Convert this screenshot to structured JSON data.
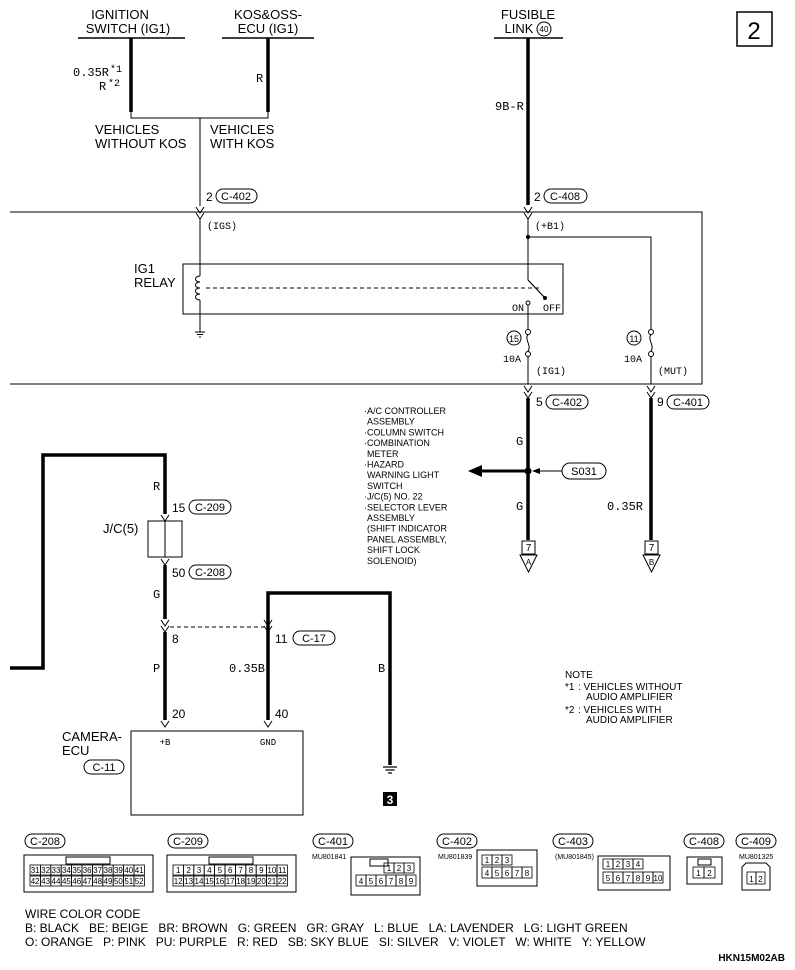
{
  "page_number": "2",
  "sources": {
    "ignition_switch": {
      "line1": "IGNITION",
      "line2": "SWITCH (IG1)"
    },
    "kos_ecu": {
      "line1": "KOS&OSS-",
      "line2": "ECU (IG1)"
    },
    "fusible_link": {
      "line1": "FUSIBLE",
      "line2": "LINK",
      "number": "40"
    }
  },
  "wire_labels": {
    "ign_wire_a": "0.35R",
    "ign_wire_a_star": "*1",
    "ign_wire_b": "R",
    "ign_wire_b_star": "*2",
    "kos_wire": "R",
    "fusible_wire": "9B-R",
    "g_upper": "G",
    "g_lower": "G",
    "mut_wire": "0.35R",
    "r_wire": "R",
    "g_wire_jc": "G",
    "p_wire": "P",
    "b_gnd_wire": "0.35B",
    "b_wire": "B"
  },
  "vehicle_notes": {
    "without_kos_1": "VEHICLES",
    "without_kos_2": "WITHOUT KOS",
    "with_kos_1": "VEHICLES",
    "with_kos_2": "WITH KOS"
  },
  "connector_refs": {
    "c402_top": {
      "pin": "2",
      "name": "C-402"
    },
    "c408_top": {
      "pin": "2",
      "name": "C-408"
    },
    "c402_mid": {
      "pin": "5",
      "name": "C-402"
    },
    "c401_mid": {
      "pin": "9",
      "name": "C-401"
    },
    "c209": {
      "pin": "15",
      "name": "C-209"
    },
    "c208": {
      "pin": "50",
      "name": "C-208"
    },
    "c17": {
      "pin": "11",
      "name": "C-17"
    },
    "pin8": "8",
    "pin20": "20",
    "pin40": "40",
    "c11": "C-11"
  },
  "signals": {
    "igs": "(IGS)",
    "b1": "(+B1)",
    "ig1": "(IG1)",
    "mut": "(MUT)"
  },
  "relay": {
    "line1": "IG1",
    "line2": "RELAY",
    "on": "ON",
    "off": "OFF"
  },
  "fuses": {
    "f15": {
      "number": "15",
      "rating": "10A"
    },
    "f11": {
      "number": "11",
      "rating": "10A"
    }
  },
  "splice": "S031",
  "branch_list": [
    "·A/C CONTROLLER",
    "ASSEMBLY",
    "·COLUMN SWITCH",
    "·COMBINATION",
    "METER",
    "·HAZARD",
    "WARNING LIGHT",
    "SWITCH",
    "·J/C(5) NO. 22",
    "·SELECTOR LEVER",
    "ASSEMBLY",
    "(SHIFT INDICATOR",
    "PANEL ASSEMBLY,",
    "SHIFT LOCK",
    "SOLENOID)"
  ],
  "page_refs": {
    "ref_a": {
      "page": "7",
      "letter": "A"
    },
    "ref_b": {
      "page": "7",
      "letter": "B"
    }
  },
  "jc": "J/C(5)",
  "camera_ecu": {
    "line1": "CAMERA-",
    "line2": "ECU",
    "pin_b": "+B",
    "pin_gnd": "GND"
  },
  "ground_ref": "3",
  "note": {
    "title": "NOTE",
    "star1_mark": "*1",
    "star1_line1": ": VEHICLES WITHOUT",
    "star1_line2": "AUDIO AMPLIFIER",
    "star2_mark": "*2",
    "star2_line1": ": VEHICLES WITH",
    "star2_line2": "AUDIO AMPLIFIER"
  },
  "connectors": {
    "c208": {
      "name": "C-208",
      "row1": [
        "31",
        "32",
        "33",
        "34",
        "35",
        "36",
        "37",
        "38",
        "39",
        "40",
        "41"
      ],
      "row2": [
        "42",
        "43",
        "44",
        "45",
        "46",
        "47",
        "48",
        "49",
        "50",
        "51",
        "52"
      ]
    },
    "c209": {
      "name": "C-209",
      "row1": [
        "1",
        "2",
        "3",
        "4",
        "5",
        "6",
        "7",
        "8",
        "9",
        "10",
        "11"
      ],
      "row2": [
        "12",
        "13",
        "14",
        "15",
        "16",
        "17",
        "18",
        "19",
        "20",
        "21",
        "22"
      ]
    },
    "c401": {
      "name": "C-401",
      "part": "MU801841",
      "row1": [
        "1",
        "2",
        "3"
      ],
      "row2": [
        "4",
        "5",
        "6",
        "7",
        "8",
        "9"
      ]
    },
    "c402": {
      "name": "C-402",
      "part": "MU801839",
      "row1": [
        "1",
        "2",
        "3"
      ],
      "row2": [
        "4",
        "5",
        "6",
        "7",
        "8"
      ]
    },
    "c403": {
      "name": "C-403",
      "part": "(MU801845)",
      "row1": [
        "1",
        "2",
        "3",
        "4"
      ],
      "row2": [
        "5",
        "6",
        "7",
        "8",
        "9",
        "10"
      ]
    },
    "c408": {
      "name": "C-408",
      "row1": [
        "1",
        "2"
      ]
    },
    "c409": {
      "name": "C-409",
      "part": "MU801325",
      "row1": [
        "1",
        "2"
      ]
    }
  },
  "wire_color_code": {
    "title": "WIRE COLOR CODE",
    "line1": "B: BLACK   BE: BEIGE   BR: BROWN   G: GREEN   GR: GRAY   L: BLUE   LA: LAVENDER   LG: LIGHT GREEN",
    "line2": "O: ORANGE   P: PINK   PU: PURPLE   R: RED   SB: SKY BLUE   SI: SILVER   V: VIOLET   W: WHITE   Y: YELLOW"
  },
  "diagram_code": "HKN15M02AB"
}
